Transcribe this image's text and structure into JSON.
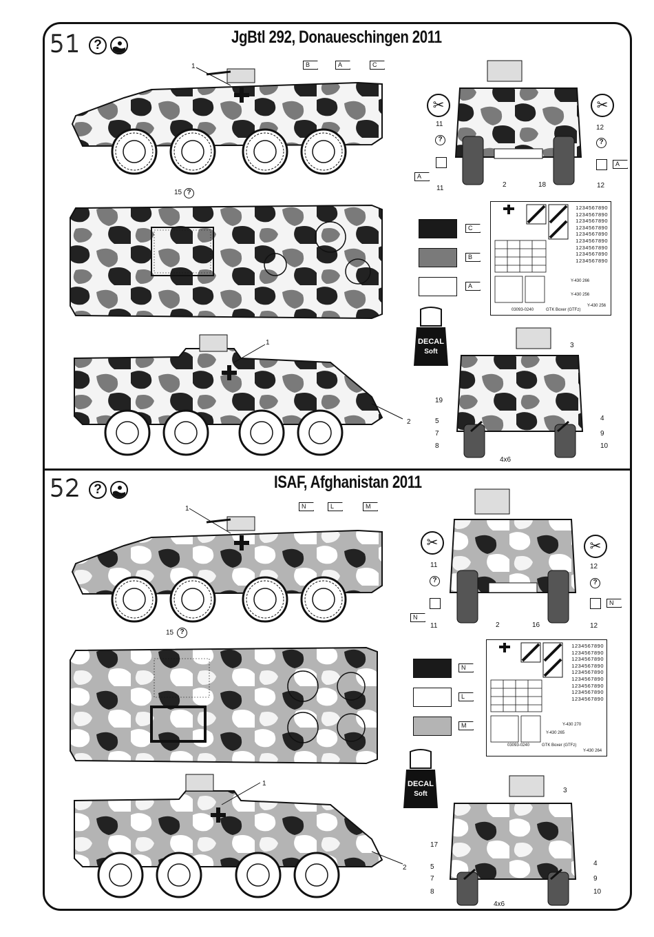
{
  "steps": [
    {
      "number": "51",
      "title": "JgBtl 292, Donaueschingen 2011",
      "colors": [
        {
          "code": "C",
          "fill": "#1a1a1a"
        },
        {
          "code": "B",
          "fill": "#7a7a7a"
        },
        {
          "code": "A",
          "fill": "#ffffff"
        }
      ],
      "side_tags": [
        "B",
        "A",
        "C"
      ],
      "callouts_side": [
        "1"
      ],
      "callouts_top": [
        "15"
      ],
      "callouts_side2": [
        "1",
        "2"
      ],
      "callouts_front": [
        "11",
        "12",
        "2",
        "18",
        "11",
        "12"
      ],
      "front_tags": [
        "A",
        "A"
      ],
      "callouts_rear": [
        "3",
        "19",
        "5",
        "7",
        "8",
        "4x6",
        "4",
        "9",
        "10"
      ],
      "decal_sheet": {
        "caption": "GTK Boxer (GTFz)",
        "code": "03093-0240",
        "plate1": "Y-430 266",
        "plate2": "Y-430 256",
        "plate3": "Y-430 256"
      },
      "bottle": {
        "line1": "DECAL",
        "line2": "Soft"
      }
    },
    {
      "number": "52",
      "title": "ISAF,  Afghanistan 2011",
      "colors": [
        {
          "code": "N",
          "fill": "#1a1a1a"
        },
        {
          "code": "L",
          "fill": "#ffffff"
        },
        {
          "code": "M",
          "fill": "#b4b4b4"
        }
      ],
      "side_tags": [
        "N",
        "L",
        "M"
      ],
      "callouts_side": [
        "1"
      ],
      "callouts_top": [
        "15"
      ],
      "callouts_side2": [
        "1",
        "2"
      ],
      "callouts_front": [
        "11",
        "12",
        "2",
        "16",
        "11",
        "12"
      ],
      "front_tags": [
        "N",
        "N"
      ],
      "callouts_rear": [
        "3",
        "17",
        "5",
        "7",
        "8",
        "4x6",
        "4",
        "9",
        "10"
      ],
      "decal_sheet": {
        "caption": "GTK Boxer (GTFz)",
        "code": "03093-0240",
        "plate1": "Y-430 270",
        "plate2": "Y-430 265",
        "plate3": "Y-430 264"
      },
      "bottle": {
        "line1": "DECAL",
        "line2": "Soft"
      }
    }
  ],
  "decal_numbers": "1234567890"
}
